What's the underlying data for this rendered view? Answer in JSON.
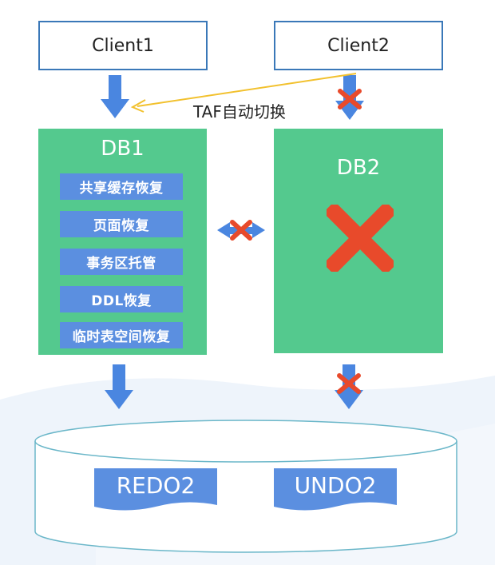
{
  "clients": {
    "client1": "Client1",
    "client2": "Client2"
  },
  "taf_label": "TAF自动切换",
  "db1": {
    "title": "DB1",
    "operations": [
      "共享缓存恢复",
      "页面恢复",
      "事务区托管",
      "DDL恢复",
      "临时表空间恢复"
    ]
  },
  "db2": {
    "title": "DB2"
  },
  "storage": {
    "redo": "REDO2",
    "undo": "UNDO2"
  },
  "colors": {
    "db_green": "#54c98e",
    "op_blue": "#5b8fe0",
    "arrow_blue": "#4a86e0",
    "failure_red": "#e84a2b",
    "taf_line": "#f2c12e",
    "client_border": "#3a78b8"
  }
}
